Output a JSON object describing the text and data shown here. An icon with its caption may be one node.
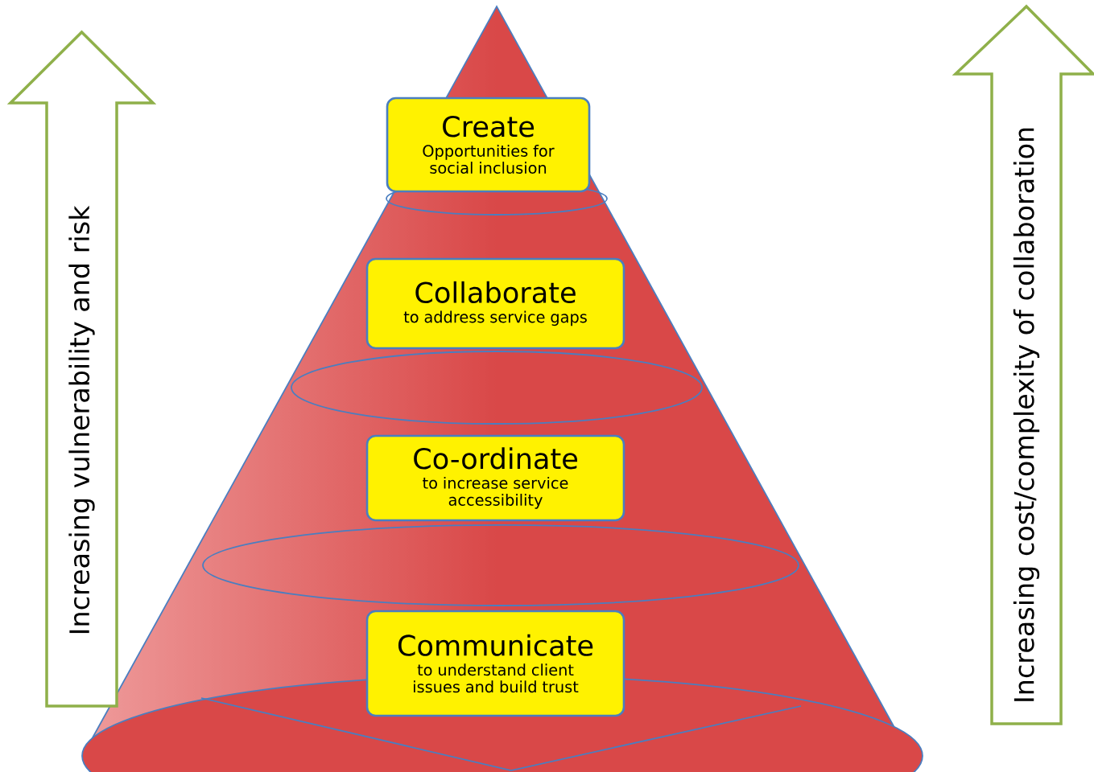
{
  "diagram": {
    "nodes": [
      {
        "text": [
          "Create",
          "Opportunities for social inclusion"
        ]
      },
      {
        "text": [
          "Collaborate",
          "to address service gaps"
        ]
      },
      {
        "text": [
          "Co-ordinate",
          "to increase service accessibility"
        ]
      },
      {
        "text": [
          "Communicate",
          "to understand client issues and build trust"
        ]
      },
      {
        "text": [
          "Increasing vulnerability and risk"
        ]
      },
      {
        "text": [
          "Increasing cost/complexity of collaboration"
        ]
      }
    ]
  }
}
